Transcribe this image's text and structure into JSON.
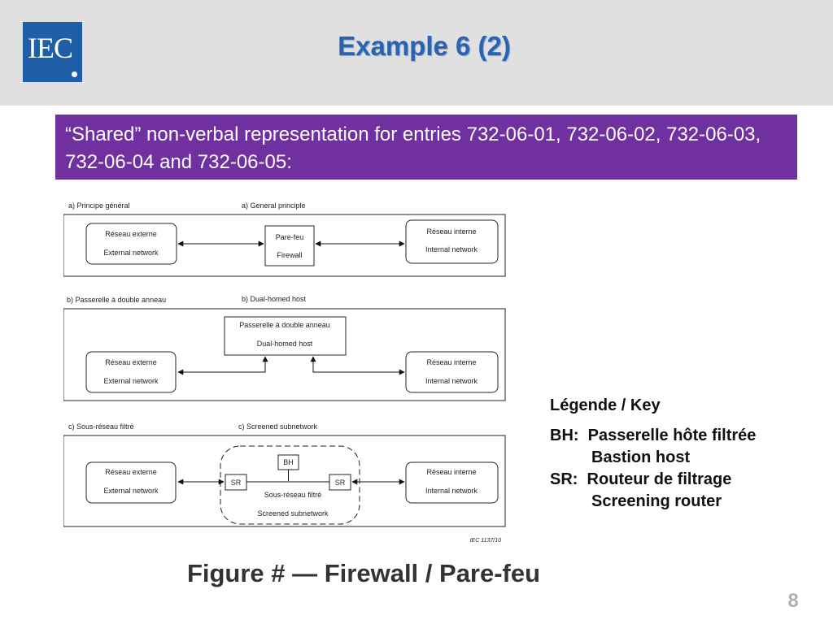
{
  "header": {
    "logo_text": "IEC",
    "title": "Example 6 (2)"
  },
  "banner": {
    "text": "“Shared” non-verbal representation for entries 732-06-01, 732-06-02, 732-06-03, 732-06-04 and 732-06-05:"
  },
  "figure": {
    "panels": [
      {
        "label_fr": "a) Principe général",
        "label_en": "a) General principle",
        "external": [
          "Réseau  externe",
          "External network"
        ],
        "internal": [
          "Réseau interne",
          "Internal network"
        ],
        "middle": [
          "Pare-feu",
          "Firewall"
        ]
      },
      {
        "label_fr": "b) Passerelle à double anneau",
        "label_en": "b) Dual-homed host",
        "external": [
          "Réseau  externe",
          "External network"
        ],
        "internal": [
          "Réseau interne",
          "Internal network"
        ],
        "middle": [
          "Passerelle à double anneau",
          "Dual-homed host"
        ]
      },
      {
        "label_fr": "c) Sous-réseau filtré",
        "label_en": "c) Screened subnetwork",
        "external": [
          "Réseau  externe",
          "External network"
        ],
        "internal": [
          "Réseau interne",
          "Internal network"
        ],
        "middle": [
          "Sous-réseau filtré",
          "Screened subnetwork"
        ],
        "bh": "BH",
        "sr": "SR"
      }
    ],
    "ref": "IEC  1137/10"
  },
  "key": {
    "title": "Légende / Key",
    "lines": [
      "BH:  Passerelle hôte filtrée",
      "Bastion host",
      "SR:  Routeur de filtrage",
      "Screening router"
    ]
  },
  "caption": "Figure # — Firewall / Pare-feu",
  "page_number": "8",
  "colors": {
    "header_bg": "#e0e0e0",
    "logo_blue": "#1f5fa8",
    "title_blue": "#2a63b0",
    "banner_purple": "#7030a0"
  }
}
